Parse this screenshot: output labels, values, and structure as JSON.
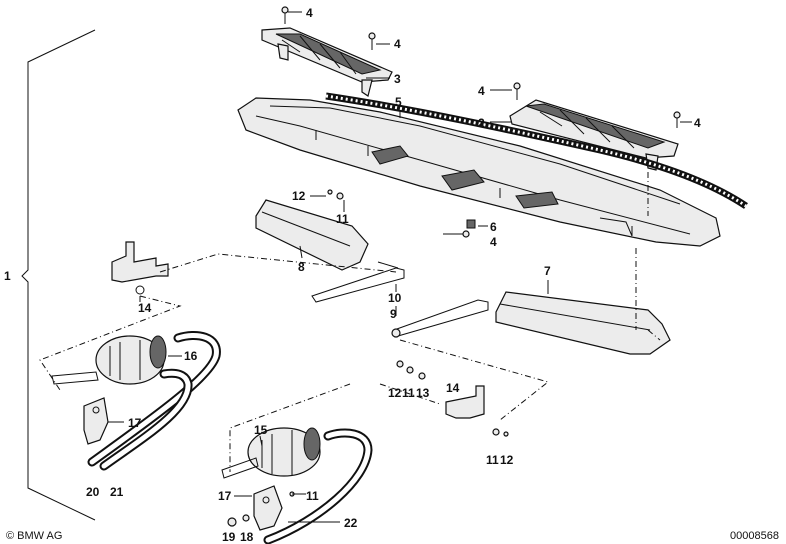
{
  "labels": {
    "p1": "1",
    "p2": "2",
    "p3": "3",
    "p4a": "4",
    "p4b": "4",
    "p4c": "4",
    "p4d": "4",
    "p4e": "4",
    "p5": "5",
    "p6": "6",
    "p7": "7",
    "p8": "8",
    "p9": "9",
    "p10": "10",
    "p11a": "11",
    "p11b": "11",
    "p11c": "11",
    "p11d": "11",
    "p12a": "12",
    "p12b": "12",
    "p12c": "12",
    "p13": "13",
    "p14a": "14",
    "p14b": "14",
    "p15": "15",
    "p16": "16",
    "p17a": "17",
    "p17b": "17",
    "p18": "18",
    "p19": "19",
    "p20": "20",
    "p21": "21",
    "p22": "22"
  },
  "footer": {
    "brand": "© BMW AG",
    "drawing_number": "00008568"
  }
}
